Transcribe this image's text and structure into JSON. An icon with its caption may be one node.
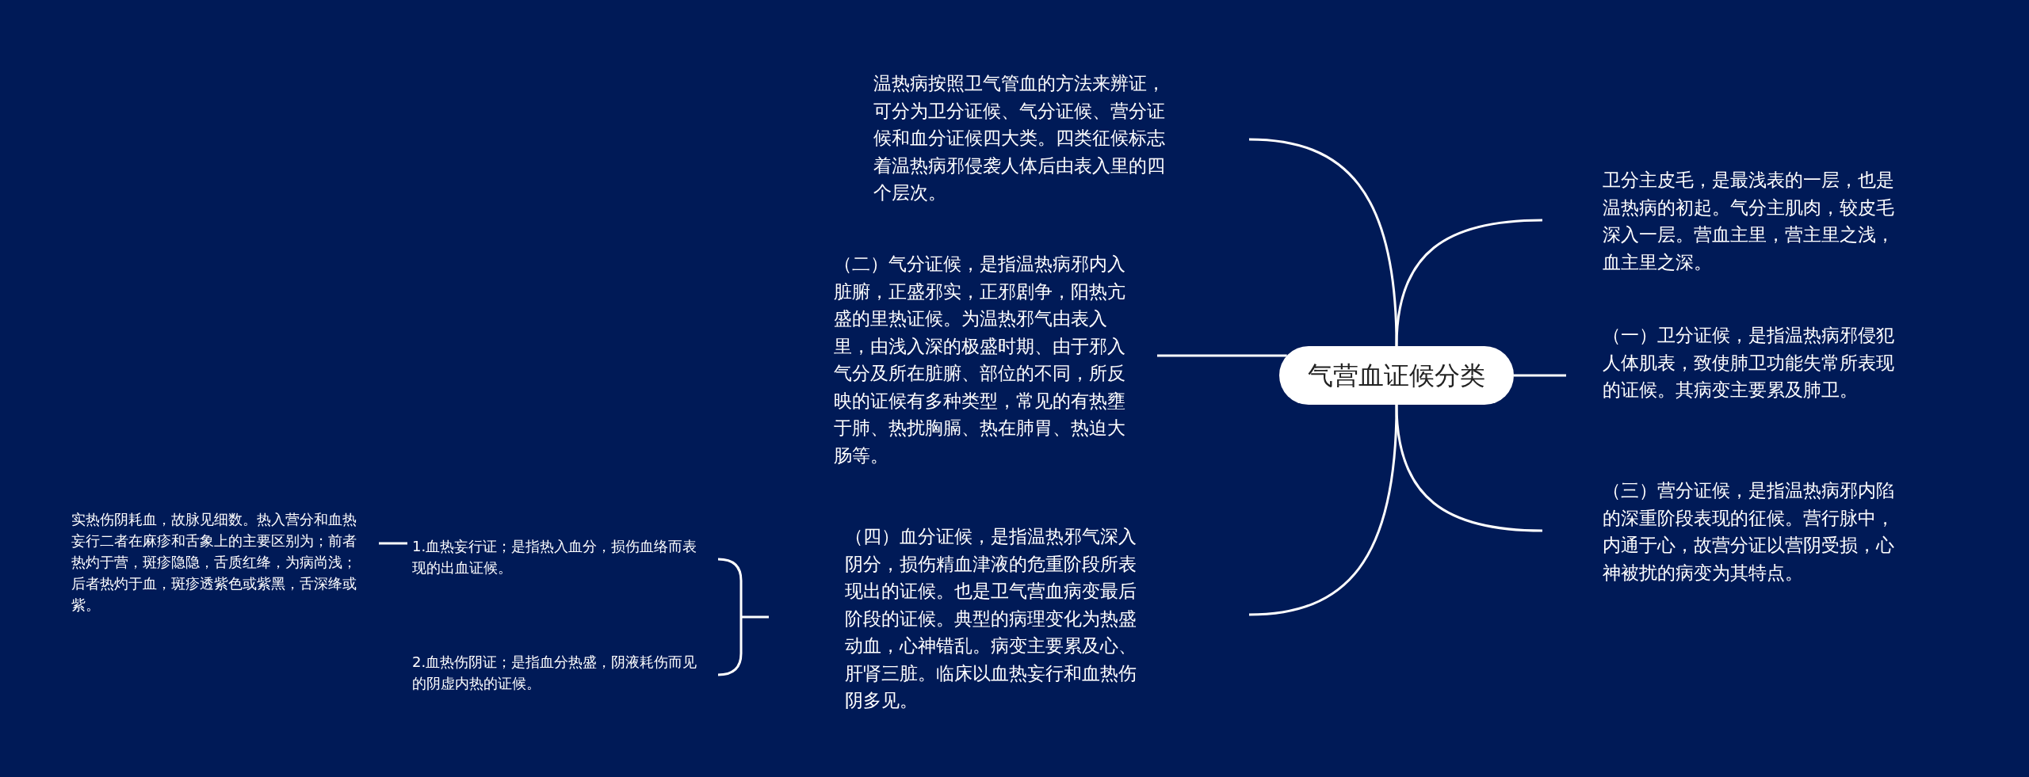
{
  "diagram": {
    "nodes": [
      {
        "text": [
          "气营血证候分类"
        ]
      },
      {
        "text": [
          "温热病按照卫气管血的方法来辨证，可分为卫分证候、气分证候、营分证候和血分证候四大类。四类征候标志着温热病邪侵袭人体后由表入里的四个层次。"
        ]
      },
      {
        "text": [
          "（二）气分证候，是指温热病邪内入脏腑，正盛邪实，正邪剧争，阳热亢盛的里热证候。为温热邪气由表入里，由浅入深的极盛时期、由于邪入气分及所在脏腑、部位的不同，所反映的证候有多种类型，常见的有热壅于肺、热扰胸膈、热在肺胃、热迫大肠等。"
        ]
      },
      {
        "text": [
          "（四）血分证候，是指温热邪气深入阴分，损伤精血津液的危重阶段所表现出的证候。也是卫气营血病变最后阶段的证候。典型的病理变化为热盛动血，心神错乱。病变主要累及心、肝肾三脏。临床以血热妄行和血热伤阴多见。"
        ]
      },
      {
        "text": [
          "卫分主皮毛，是最浅表的一层，也是温热病的初起。气分主肌肉，较皮毛深入一层。营血主里，营主里之浅，血主里之深。"
        ]
      },
      {
        "text": [
          "（一）卫分证候，是指温热病邪侵犯人体肌表，致使肺卫功能失常所表现的证候。其病变主要累及肺卫。"
        ]
      },
      {
        "text": [
          "（三）营分证候，是指温热病邪内陷的深重阶段表现的征候。营行脉中，内通于心，故营分证以营阴受损，心神被扰的病变为其特点。"
        ]
      },
      {
        "text": [
          "1.血热妄行证；是指热入血分，损伤血络而表现的出血证候。"
        ]
      },
      {
        "text": [
          "2.血热伤阴证；是指血分热盛，阴液耗伤而见的阴虚内热的证候。"
        ]
      },
      {
        "text": [
          "实热伤阴耗血，故脉见细数。热入营分和血热妄行二者在麻疹和舌象上的主要区别为；前者热灼于营，斑疹隐隐，舌质红绛，为病尚浅；后者热灼于血，斑疹透紫色或紫黑，舌深绛或紫。"
        ]
      }
    ],
    "edges": [
      {
        "from": 0,
        "to": 1,
        "arrow": "none"
      },
      {
        "from": 0,
        "to": 2,
        "arrow": "none"
      },
      {
        "from": 0,
        "to": 3,
        "arrow": "none"
      },
      {
        "from": 0,
        "to": 4,
        "arrow": "none"
      },
      {
        "from": 0,
        "to": 5,
        "arrow": "none"
      },
      {
        "from": 0,
        "to": 6,
        "arrow": "none"
      },
      {
        "from": 3,
        "to": 7,
        "arrow": "none"
      },
      {
        "from": 3,
        "to": 8,
        "arrow": "none"
      },
      {
        "from": 7,
        "to": 9,
        "arrow": "none"
      }
    ]
  }
}
